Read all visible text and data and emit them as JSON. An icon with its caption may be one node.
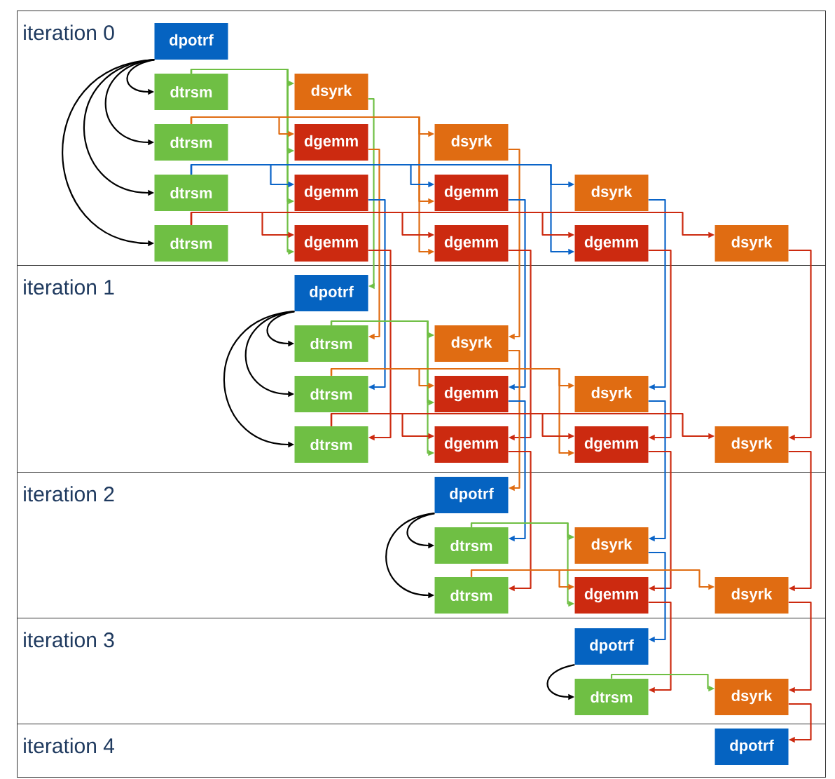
{
  "diagram": {
    "nodes": [
      {
        "text": [
          "iteration 0"
        ]
      },
      {
        "text": [
          "dpotrf"
        ],
        "in": 0
      },
      {
        "text": [
          "dtrsm"
        ],
        "in": 0
      },
      {
        "text": [
          "dsyrk"
        ],
        "in": 0
      },
      {
        "text": [
          "dtrsm"
        ],
        "in": 0
      },
      {
        "text": [
          "dgemm"
        ],
        "in": 0
      },
      {
        "text": [
          "dsyrk"
        ],
        "in": 0
      },
      {
        "text": [
          "dtrsm"
        ],
        "in": 0
      },
      {
        "text": [
          "dgemm"
        ],
        "in": 0
      },
      {
        "text": [
          "dgemm"
        ],
        "in": 0
      },
      {
        "text": [
          "dsyrk"
        ],
        "in": 0
      },
      {
        "text": [
          "dtrsm"
        ],
        "in": 0
      },
      {
        "text": [
          "dgemm"
        ],
        "in": 0
      },
      {
        "text": [
          "dgemm"
        ],
        "in": 0
      },
      {
        "text": [
          "dgemm"
        ],
        "in": 0
      },
      {
        "text": [
          "dsyrk"
        ],
        "in": 0
      },
      {
        "text": [
          "iteration 1"
        ]
      },
      {
        "text": [
          "dpotrf"
        ],
        "in": 16
      },
      {
        "text": [
          "dtrsm"
        ],
        "in": 16
      },
      {
        "text": [
          "dsyrk"
        ],
        "in": 16
      },
      {
        "text": [
          "dtrsm"
        ],
        "in": 16
      },
      {
        "text": [
          "dgemm"
        ],
        "in": 16
      },
      {
        "text": [
          "dsyrk"
        ],
        "in": 16
      },
      {
        "text": [
          "dtrsm"
        ],
        "in": 16
      },
      {
        "text": [
          "dgemm"
        ],
        "in": 16
      },
      {
        "text": [
          "dgemm"
        ],
        "in": 16
      },
      {
        "text": [
          "dsyrk"
        ],
        "in": 16
      },
      {
        "text": [
          "iteration 2"
        ]
      },
      {
        "text": [
          "dpotrf"
        ],
        "in": 27
      },
      {
        "text": [
          "dtrsm"
        ],
        "in": 27
      },
      {
        "text": [
          "dsyrk"
        ],
        "in": 27
      },
      {
        "text": [
          "dtrsm"
        ],
        "in": 27
      },
      {
        "text": [
          "dgemm"
        ],
        "in": 27
      },
      {
        "text": [
          "dsyrk"
        ],
        "in": 27
      },
      {
        "text": [
          "iteration 3"
        ]
      },
      {
        "text": [
          "dpotrf"
        ],
        "in": 34
      },
      {
        "text": [
          "dtrsm"
        ],
        "in": 34
      },
      {
        "text": [
          "dsyrk"
        ],
        "in": 34
      },
      {
        "text": [
          "iteration 4"
        ]
      },
      {
        "text": [
          "dpotrf"
        ],
        "in": 38
      }
    ],
    "edges": [
      {
        "from": 1,
        "to": 2,
        "arrow": "to",
        "color": "#000000"
      },
      {
        "from": 1,
        "to": 4,
        "arrow": "to",
        "color": "#000000"
      },
      {
        "from": 1,
        "to": 7,
        "arrow": "to",
        "color": "#000000"
      },
      {
        "from": 1,
        "to": 11,
        "arrow": "to",
        "color": "#000000"
      },
      {
        "from": 2,
        "to": 3,
        "arrow": "to",
        "color": "#6fbf44"
      },
      {
        "from": 2,
        "to": 5,
        "arrow": "to",
        "color": "#6fbf44"
      },
      {
        "from": 2,
        "to": 8,
        "arrow": "to",
        "color": "#6fbf44"
      },
      {
        "from": 2,
        "to": 12,
        "arrow": "to",
        "color": "#6fbf44"
      },
      {
        "from": 3,
        "to": 17,
        "arrow": "to",
        "color": "#6fbf44"
      },
      {
        "from": 4,
        "to": 5,
        "arrow": "to",
        "color": "#e06c12"
      },
      {
        "from": 4,
        "to": 6,
        "arrow": "to",
        "color": "#e06c12"
      },
      {
        "from": 4,
        "to": 9,
        "arrow": "to",
        "color": "#e06c12"
      },
      {
        "from": 4,
        "to": 13,
        "arrow": "to",
        "color": "#e06c12"
      },
      {
        "from": 5,
        "to": 18,
        "arrow": "to",
        "color": "#e06c12"
      },
      {
        "from": 6,
        "to": 19,
        "arrow": "to",
        "color": "#e06c12"
      },
      {
        "from": 7,
        "to": 8,
        "arrow": "to",
        "color": "#0a64c8"
      },
      {
        "from": 7,
        "to": 9,
        "arrow": "to",
        "color": "#0a64c8"
      },
      {
        "from": 7,
        "to": 10,
        "arrow": "to",
        "color": "#0a64c8"
      },
      {
        "from": 7,
        "to": 14,
        "arrow": "to",
        "color": "#0a64c8"
      },
      {
        "from": 8,
        "to": 20,
        "arrow": "to",
        "color": "#0a64c8"
      },
      {
        "from": 9,
        "to": 21,
        "arrow": "to",
        "color": "#0a64c8"
      },
      {
        "from": 10,
        "to": 22,
        "arrow": "to",
        "color": "#0a64c8"
      },
      {
        "from": 11,
        "to": 12,
        "arrow": "to",
        "color": "#cc2a10"
      },
      {
        "from": 11,
        "to": 13,
        "arrow": "to",
        "color": "#cc2a10"
      },
      {
        "from": 11,
        "to": 14,
        "arrow": "to",
        "color": "#cc2a10"
      },
      {
        "from": 11,
        "to": 15,
        "arrow": "to",
        "color": "#cc2a10"
      },
      {
        "from": 12,
        "to": 23,
        "arrow": "to",
        "color": "#cc2a10"
      },
      {
        "from": 13,
        "to": 24,
        "arrow": "to",
        "color": "#cc2a10"
      },
      {
        "from": 14,
        "to": 25,
        "arrow": "to",
        "color": "#cc2a10"
      },
      {
        "from": 15,
        "to": 26,
        "arrow": "to",
        "color": "#cc2a10"
      },
      {
        "from": 17,
        "to": 18,
        "arrow": "to",
        "color": "#000000"
      },
      {
        "from": 17,
        "to": 20,
        "arrow": "to",
        "color": "#000000"
      },
      {
        "from": 17,
        "to": 23,
        "arrow": "to",
        "color": "#000000"
      },
      {
        "from": 18,
        "to": 19,
        "arrow": "to",
        "color": "#6fbf44"
      },
      {
        "from": 18,
        "to": 21,
        "arrow": "to",
        "color": "#6fbf44"
      },
      {
        "from": 18,
        "to": 24,
        "arrow": "to",
        "color": "#6fbf44"
      },
      {
        "from": 19,
        "to": 28,
        "arrow": "to",
        "color": "#e06c12"
      },
      {
        "from": 20,
        "to": 21,
        "arrow": "to",
        "color": "#e06c12"
      },
      {
        "from": 20,
        "to": 22,
        "arrow": "to",
        "color": "#e06c12"
      },
      {
        "from": 20,
        "to": 25,
        "arrow": "to",
        "color": "#e06c12"
      },
      {
        "from": 21,
        "to": 29,
        "arrow": "to",
        "color": "#0a64c8"
      },
      {
        "from": 22,
        "to": 30,
        "arrow": "to",
        "color": "#0a64c8"
      },
      {
        "from": 23,
        "to": 24,
        "arrow": "to",
        "color": "#cc2a10"
      },
      {
        "from": 23,
        "to": 25,
        "arrow": "to",
        "color": "#cc2a10"
      },
      {
        "from": 23,
        "to": 26,
        "arrow": "to",
        "color": "#cc2a10"
      },
      {
        "from": 24,
        "to": 31,
        "arrow": "to",
        "color": "#cc2a10"
      },
      {
        "from": 25,
        "to": 32,
        "arrow": "to",
        "color": "#cc2a10"
      },
      {
        "from": 26,
        "to": 33,
        "arrow": "to",
        "color": "#cc2a10"
      },
      {
        "from": 28,
        "to": 29,
        "arrow": "to",
        "color": "#000000"
      },
      {
        "from": 28,
        "to": 31,
        "arrow": "to",
        "color": "#000000"
      },
      {
        "from": 29,
        "to": 30,
        "arrow": "to",
        "color": "#6fbf44"
      },
      {
        "from": 29,
        "to": 32,
        "arrow": "to",
        "color": "#6fbf44"
      },
      {
        "from": 30,
        "to": 35,
        "arrow": "to",
        "color": "#0a64c8"
      },
      {
        "from": 31,
        "to": 32,
        "arrow": "to",
        "color": "#e06c12"
      },
      {
        "from": 31,
        "to": 33,
        "arrow": "to",
        "color": "#e06c12"
      },
      {
        "from": 32,
        "to": 36,
        "arrow": "to",
        "color": "#cc2a10"
      },
      {
        "from": 33,
        "to": 37,
        "arrow": "to",
        "color": "#cc2a10"
      },
      {
        "from": 35,
        "to": 36,
        "arrow": "to",
        "color": "#000000"
      },
      {
        "from": 36,
        "to": 37,
        "arrow": "to",
        "color": "#6fbf44"
      },
      {
        "from": 37,
        "to": 39,
        "arrow": "to",
        "color": "#cc2a10"
      }
    ]
  }
}
